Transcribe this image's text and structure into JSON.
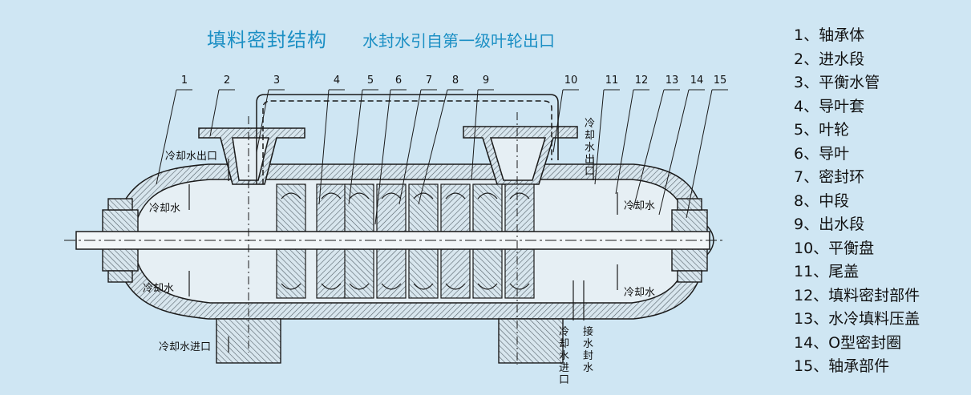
{
  "title": "填料密封结构",
  "subtitle": "水封水引自第一级叶轮出口",
  "part_numbers": [
    "1",
    "2",
    "3",
    "4",
    "5",
    "6",
    "7",
    "8",
    "9",
    "10",
    "11",
    "12",
    "13",
    "14",
    "15"
  ],
  "annotations": {
    "cooling_water_outlet": "冷却水出口",
    "cooling_water_outlet_v": "冷却水出口",
    "cooling_water": "冷却水",
    "cooling_water_inlet": "冷却水进口",
    "cooling_water_inlet_v": "冷却水进口",
    "seal_water_v": "接水封水"
  },
  "legend": [
    "1、轴承体",
    "2、进水段",
    "3、平衡水管",
    "4、导叶套",
    "5、叶轮",
    "6、导叶",
    "7、密封环",
    "8、中段",
    "9、出水段",
    "10、平衡盘",
    "11、尾盖",
    "12、填料密封部件",
    "13、水冷填料压盖",
    "14、O型密封圈",
    "15、轴承部件"
  ],
  "colors": {
    "background": "#cfe6f3",
    "title": "#1b8fc4",
    "line": "#1a1a1a",
    "hatch": "#6b7a82"
  }
}
